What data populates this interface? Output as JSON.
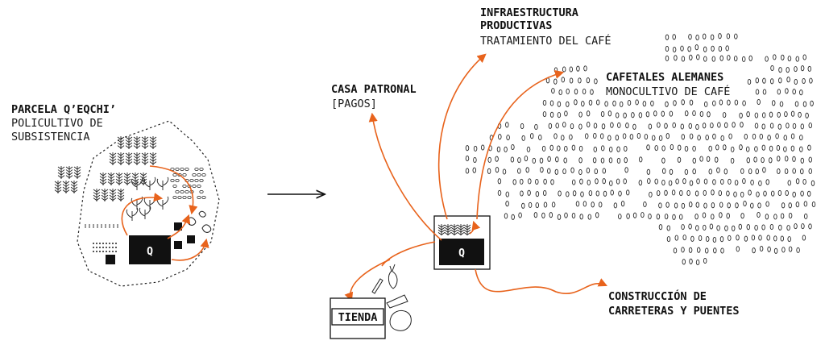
{
  "colors": {
    "accent": "#e8631c",
    "ink": "#111111",
    "background": "#ffffff"
  },
  "parcela": {
    "title": "PARCELA Q’EQCHI’",
    "line1": "POLICULTIVO DE",
    "line2": "SUBSISTENCIA",
    "mark": "Q"
  },
  "casa": {
    "title": "CASA PATRONAL",
    "sub": "[PAGOS]"
  },
  "infra": {
    "title1": "INFRAESTRUCTURA",
    "title2": "PRODUCTIVAS",
    "sub": "TRATAMIENTO DEL CAFÉ"
  },
  "cafetales": {
    "title": "CAFETALES ALEMANES",
    "sub": "MONOCULTIVO DE CAFÉ"
  },
  "construccion": {
    "line1": "CONSTRUCCIÓN DE",
    "line2": "CARRETERAS Y PUENTES"
  },
  "tienda": {
    "label": "TIENDA"
  },
  "center_mark": "Q",
  "icons": [
    "corn-plant-icon",
    "sprout-icon",
    "chicken-icon",
    "coffee-bean-icon",
    "corn-cob-icon",
    "meat-icon"
  ]
}
